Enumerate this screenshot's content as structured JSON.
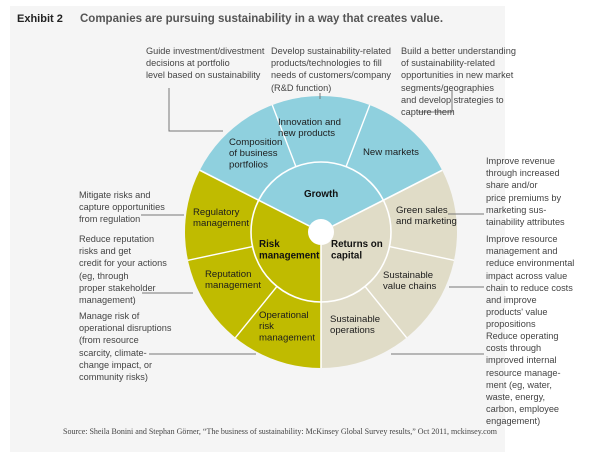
{
  "header": {
    "exhibit": "Exhibit 2",
    "title": "Companies are pursuing sustainability in a way that creates value."
  },
  "colors": {
    "growth": "#8fd0de",
    "risk": "#c0bb00",
    "returns": "#e0dcc7",
    "background": "#f5f5f5",
    "leader_line": "#777777"
  },
  "wheel": {
    "core": [
      {
        "id": "growth",
        "label": "Growth"
      },
      {
        "id": "risk",
        "label": "Risk\nmanagement"
      },
      {
        "id": "returns",
        "label": "Returns on\ncapital"
      }
    ],
    "segments": [
      {
        "group": "growth",
        "label": "Composition\nof business\nportfolios"
      },
      {
        "group": "growth",
        "label": "Innovation and\nnew products"
      },
      {
        "group": "growth",
        "label": "New markets"
      },
      {
        "group": "returns",
        "label": "Green sales\nand marketing"
      },
      {
        "group": "returns",
        "label": "Sustainable\nvalue chains"
      },
      {
        "group": "returns",
        "label": "Sustainable\noperations"
      },
      {
        "group": "risk",
        "label": "Operational\nrisk\nmanagement"
      },
      {
        "group": "risk",
        "label": "Reputation\nmanagement"
      },
      {
        "group": "risk",
        "label": "Regulatory\nmanagement"
      }
    ]
  },
  "notes": {
    "portfolio": "Guide investment/divestment\ndecisions at portfolio\nlevel based on sustainability",
    "innovation": "Develop sustainability-related\nproducts/technologies to fill\nneeds of customers/company\n(R&D function)",
    "new_markets": "Build a better understanding\nof sustainability-related\nopportunities in new market\nsegments/geographies\nand develop strategies to\ncapture them",
    "regulatory": "Mitigate risks and\ncapture opportunities\nfrom regulation",
    "reputation": "Reduce reputation\nrisks and get\ncredit for your actions\n(eg, through\nproper stakeholder\nmanagement)",
    "operational_risk": "Manage risk of\noperational disruptions\n(from resource\nscarcity, climate-\nchange impact, or\ncommunity risks)",
    "green_sales": "Improve revenue\nthrough increased\nshare and/or\nprice premiums by\nmarketing sus-\ntainability attributes",
    "value_chains": "Improve resource\nmanagement and\nreduce environmental\nimpact across value\nchain to reduce costs\nand improve\nproducts' value\npropositions",
    "operations": "Reduce operating\ncosts through\nimproved internal\nresource manage-\nment (eg, water,\nwaste, energy,\ncarbon, employee\nengagement)"
  },
  "source": "Source: Sheila Bonini and Stephan Görner, “The business of sustainability: McKinsey Global Survey results,” Oct 2011, mckinsey.com"
}
